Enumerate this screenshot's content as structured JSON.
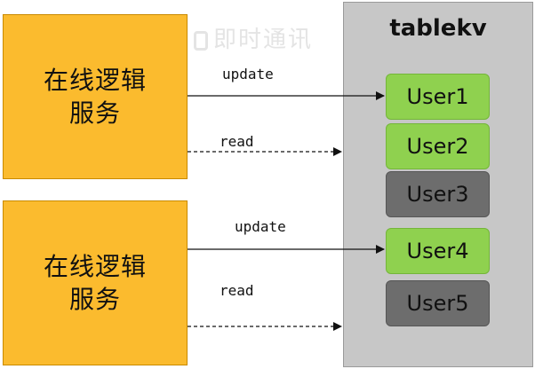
{
  "services": [
    {
      "line1": "在线逻辑",
      "line2": "服务"
    },
    {
      "line1": "在线逻辑",
      "line2": "服务"
    }
  ],
  "watermark": "即时通讯",
  "store": {
    "title": "tablekv",
    "users": [
      {
        "label": "User1",
        "state": "active"
      },
      {
        "label": "User2",
        "state": "active"
      },
      {
        "label": "User3",
        "state": "idle"
      },
      {
        "label": "User4",
        "state": "active"
      },
      {
        "label": "User5",
        "state": "idle"
      }
    ]
  },
  "edges": [
    {
      "label": "update",
      "from": "service-1",
      "to": "User1",
      "style": "solid"
    },
    {
      "label": "read",
      "from": "service-1",
      "to": "tablekv",
      "style": "dashed"
    },
    {
      "label": "update",
      "from": "service-2",
      "to": "User4",
      "style": "solid"
    },
    {
      "label": "read",
      "from": "service-2",
      "to": "tablekv",
      "style": "dashed"
    }
  ],
  "colors": {
    "service_fill": "#fbbb2e",
    "store_fill": "#c7c7c7",
    "user_active": "#8fd14f",
    "user_idle": "#6d6d6d",
    "arrow": "#111111"
  }
}
